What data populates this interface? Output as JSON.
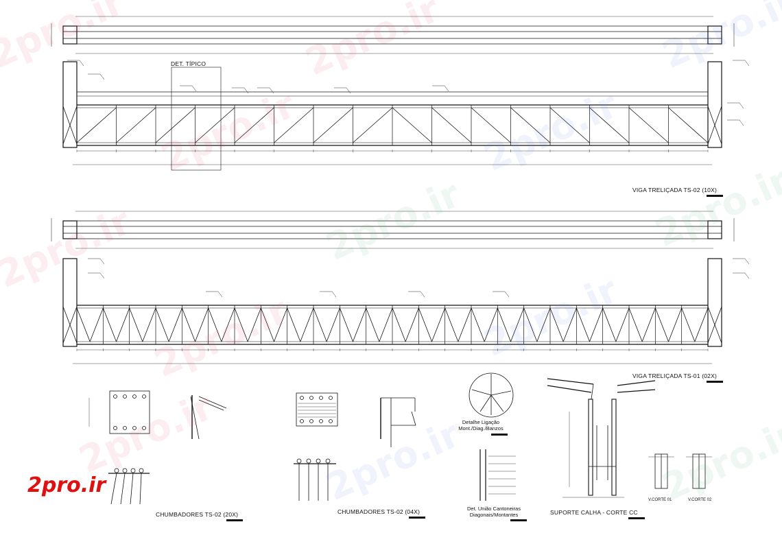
{
  "drawing": {
    "typical_detail_label": "DET. TÍPICO",
    "truss_top_title": "VIGA TRELIÇADA TS-02 (10X)",
    "truss_bottom_title": "VIGA TRELIÇADA TS-01 (02X)",
    "anchor_left_title": "CHUMBADORES TS-02 (20X)",
    "anchor_mid_title": "CHUMBADORES TS-02 (04X)",
    "connection_detail_title_1": "Detalhe Ligação",
    "connection_detail_title_2": "Mont./Diag./Banzos",
    "angle_joint_title_1": "Det. União Cantoneiras",
    "angle_joint_title_2": "Diagonais/Montantes",
    "gutter_support_title": "SUPORTE CALHA - CORTE CC",
    "section_1_label": "V.CORTE 01",
    "section_2_label": "V.CORTE 02"
  },
  "branding": {
    "logo_text": "2pro.ir",
    "watermark_text": "2pro.ir",
    "logo_color": "#e01010"
  },
  "colors": {
    "line": "#111111",
    "background": "#ffffff"
  }
}
